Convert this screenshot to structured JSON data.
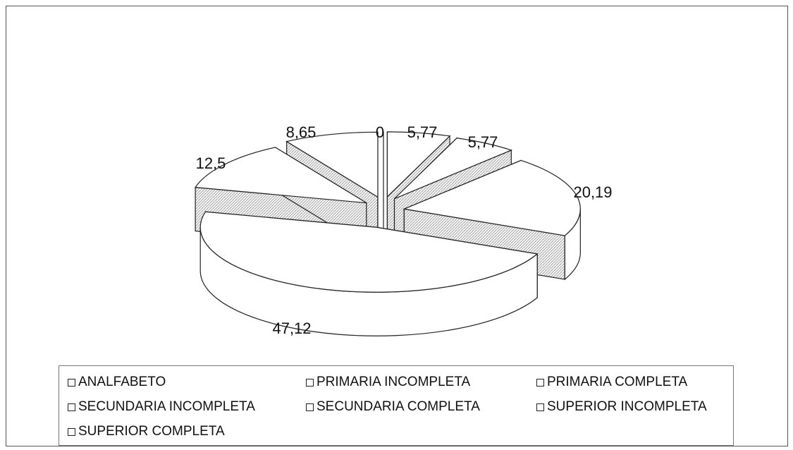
{
  "chart_data": {
    "type": "pie",
    "style": "3d-exploded",
    "title": "",
    "categories": [
      "ANALFABETO",
      "PRIMARIA INCOMPLETA",
      "PRIMARIA COMPLETA",
      "SECUNDARIA INCOMPLETA",
      "SECUNDARIA COMPLETA",
      "SUPERIOR INCOMPLETA",
      "SUPERIOR COMPLETA"
    ],
    "values": [
      0,
      5.77,
      5.77,
      20.19,
      47.12,
      12.5,
      8.65
    ],
    "value_labels": [
      "0",
      "5,77",
      "5,77",
      "20,19",
      "47,12",
      "12,5",
      "8,65"
    ],
    "legend_position": "bottom",
    "colors": {
      "slice_top": "#ffffff",
      "slice_side": "#d9d9d9",
      "stroke": "#222222"
    }
  }
}
